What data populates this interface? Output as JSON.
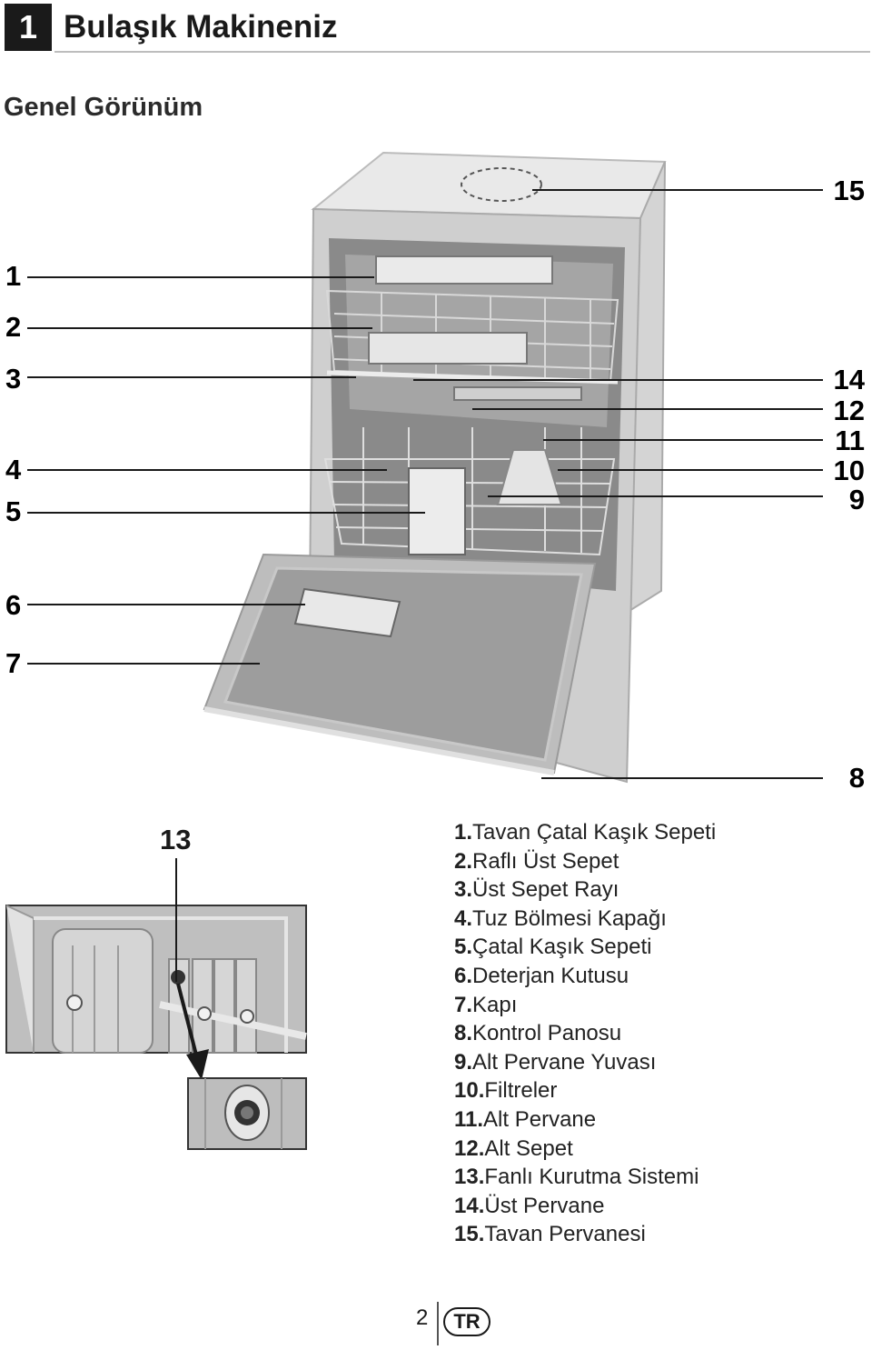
{
  "header": {
    "chapter_number": "1",
    "chapter_title": "Bulaşık Makineniz"
  },
  "section": {
    "title": "Genel Görünüm"
  },
  "callouts": {
    "left": [
      "1",
      "2",
      "3",
      "4",
      "5",
      "6",
      "7"
    ],
    "right": [
      "15",
      "14",
      "12",
      "11",
      "10",
      "9",
      "8"
    ],
    "inset": "13"
  },
  "legend": [
    {
      "num": "1.",
      "text": "Tavan Çatal Kaşık Sepeti"
    },
    {
      "num": "2.",
      "text": "Raflı Üst Sepet"
    },
    {
      "num": "3.",
      "text": "Üst Sepet Rayı"
    },
    {
      "num": "4.",
      "text": "Tuz Bölmesi Kapağı"
    },
    {
      "num": "5.",
      "text": "Çatal Kaşık Sepeti"
    },
    {
      "num": "6.",
      "text": "Deterjan Kutusu"
    },
    {
      "num": "7.",
      "text": "Kapı"
    },
    {
      "num": "8.",
      "text": "Kontrol Panosu"
    },
    {
      "num": "9.",
      "text": "Alt Pervane Yuvası"
    },
    {
      "num": "10.",
      "text": "Filtreler"
    },
    {
      "num": "11.",
      "text": "Alt Pervane"
    },
    {
      "num": "12.",
      "text": "Alt Sepet"
    },
    {
      "num": "13.",
      "text": "Fanlı Kurutma Sistemi"
    },
    {
      "num": "14.",
      "text": "Üst Pervane"
    },
    {
      "num": "15.",
      "text": "Tavan Pervanesi"
    }
  ],
  "footer": {
    "page_number": "2",
    "language": "TR"
  }
}
